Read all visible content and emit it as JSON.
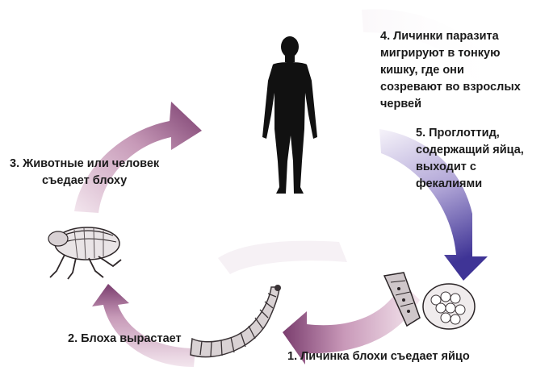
{
  "steps": {
    "step1": {
      "lines": [
        "1. Личинка блохи съедает яйцо"
      ]
    },
    "step2": {
      "lines": [
        "2. Блоха вырастает"
      ]
    },
    "step3": {
      "lines": [
        "3. Животные или человек",
        "съедает блоху"
      ]
    },
    "step4": {
      "lines": [
        "4. Личинки паразита",
        "мигрируют в тонкую",
        "кишку, где они",
        "созревают во взрослых",
        "червей"
      ]
    },
    "step5": {
      "lines": [
        "5. Проглоттид,",
        "содержащий яйца,",
        "выходит с",
        "фекалиями"
      ]
    }
  },
  "colors": {
    "arrow_purple": "#7a3d6e",
    "arrow_pink": "#f2dfe8",
    "arrow_blue": "#4a3fa0",
    "arrow_light": "#f3eef8",
    "silhouette": "#111111",
    "text": "#1a1a1a"
  },
  "icons": {
    "human": "human-silhouette-icon",
    "flea": "flea-icon",
    "larva": "flea-larva-icon",
    "proglottid": "proglottid-icon",
    "egg_capsule": "egg-capsule-icon"
  }
}
